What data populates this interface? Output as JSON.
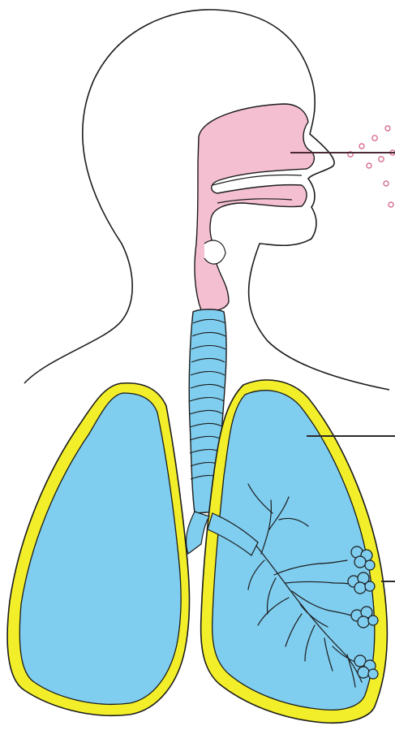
{
  "diagram": {
    "type": "respiratory-system-illustration",
    "labels_visible": false,
    "colors": {
      "upper_airway": "#f4bfd0",
      "lower_airway_lungs": "#7fcdef",
      "pleura": "#f2ef2a",
      "outline": "#1c1c1c",
      "air_particles": "#d86f8f"
    },
    "regions": [
      "head-and-torso-outline",
      "nasal-cavity",
      "pharynx",
      "trachea",
      "left-lung",
      "right-lung",
      "bronchial-tree",
      "alveoli",
      "pleura"
    ],
    "pointer_lines": 3
  }
}
